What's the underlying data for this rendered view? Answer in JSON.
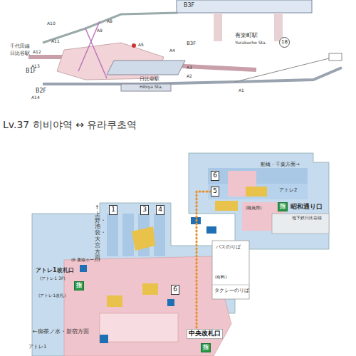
{
  "diagram": {
    "title": "Lv.37 히비야역 ↔ 유라쿠초역",
    "nodes": [
      {
        "text": [
          "18"
        ]
      },
      {
        "text": [
          "6"
        ]
      },
      {
        "text": [
          "5"
        ]
      },
      {
        "text": [
          "指"
        ]
      },
      {
        "text": [
          "1"
        ]
      },
      {
        "text": [
          "3"
        ]
      },
      {
        "text": [
          "4"
        ]
      },
      {
        "text": [
          "指"
        ]
      },
      {
        "text": [
          "6"
        ]
      },
      {
        "text": [
          "中央改札口"
        ]
      },
      {
        "text": [
          "指"
        ]
      }
    ],
    "edges": [
      {
        "from": 2,
        "to": 9,
        "arrow": "none"
      }
    ],
    "labels": [
      "B3F",
      "B3F",
      "有楽町駅",
      "Yurakucho Sta.",
      "千代田線",
      "日比谷駅",
      "B1F",
      "B2F",
      "日比谷駅",
      "Hibiya Sta.",
      "A8",
      "A9",
      "A10",
      "A11",
      "A12",
      "A13",
      "A14",
      "A5",
      "A4",
      "A3",
      "A2",
      "A1",
      "船橋・千葉方面→",
      "アトレ2",
      "昭和通り口",
      "地下鉄日比谷線",
      "↑上野・池袋・大宮方面",
      "(6 番線ホーム)",
      "アトレ1改札口",
      "(アトレ1 3F)",
      "(アトレ1改札)",
      "←御茶ノ水・新宿方面",
      "アトレ1",
      "バスのりば",
      "(有料)",
      "タクシーのりば",
      "(職員用)"
    ]
  }
}
